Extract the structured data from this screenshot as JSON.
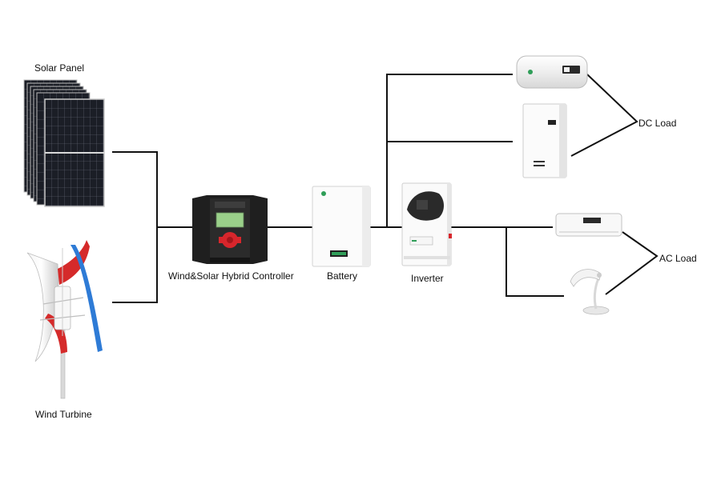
{
  "labels": {
    "solar_panel": "Solar Panel",
    "wind_turbine": "Wind Turbine",
    "controller": "Wind&Solar Hybrid Controller",
    "battery": "Battery",
    "inverter": "Inverter",
    "dc_load": "DC Load",
    "ac_load": "AC Load"
  },
  "colors": {
    "wire": "#111111",
    "panel_cell": "#1b1e26",
    "controller_body": "#1f1f1f",
    "controller_screen": "#9ad08a",
    "controller_buttons": "#d7262c",
    "turbine_red": "#d52a2a",
    "turbine_blue": "#2e7bd6",
    "battery_screen": "#2f9e58",
    "appliance_body": "#f4f4f4"
  },
  "icons": {
    "solar_panel": "solar-panel-stack",
    "wind_turbine": "vertical-axis-wind-turbine",
    "controller": "hybrid-charge-controller",
    "battery": "wall-battery-pack",
    "inverter": "hybrid-inverter",
    "water_heater": "electric-water-heater",
    "wall_boiler": "wall-mounted-heater",
    "air_conditioner": "split-air-conditioner",
    "desk_lamp": "desk-lamp"
  }
}
